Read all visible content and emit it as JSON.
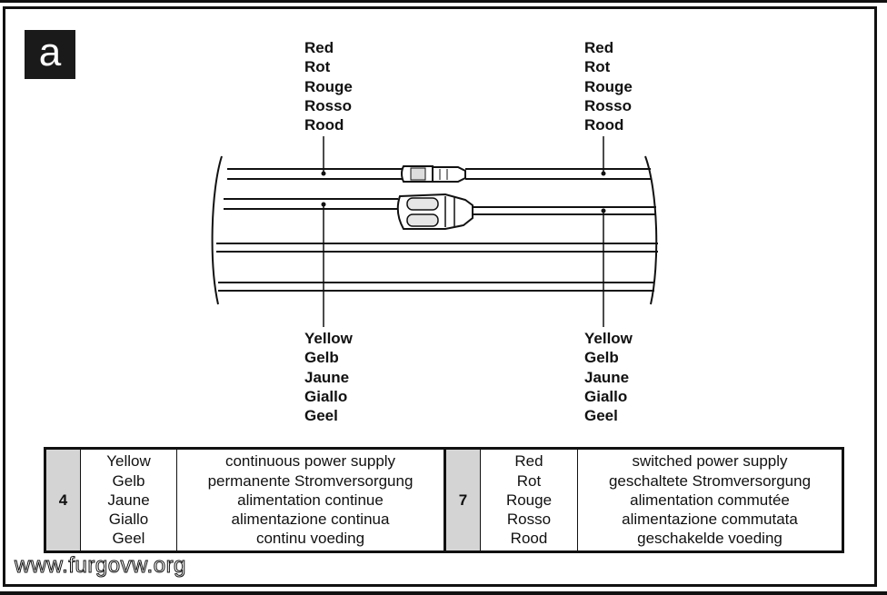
{
  "badge": "a",
  "labels": {
    "red_left": [
      "Red",
      "Rot",
      "Rouge",
      "Rosso",
      "Rood"
    ],
    "red_right": [
      "Red",
      "Rot",
      "Rouge",
      "Rosso",
      "Rood"
    ],
    "yellow_left": [
      "Yellow",
      "Gelb",
      "Jaune",
      "Giallo",
      "Geel"
    ],
    "yellow_right": [
      "Yellow",
      "Gelb",
      "Jaune",
      "Giallo",
      "Geel"
    ]
  },
  "legend": {
    "left": {
      "number": "4",
      "color": [
        "Yellow",
        "Gelb",
        "Jaune",
        "Giallo",
        "Geel"
      ],
      "description": [
        "continuous power supply",
        "permanente Stromversorgung",
        "alimentation continue",
        "alimentazione continua",
        "continu voeding"
      ]
    },
    "right": {
      "number": "7",
      "color": [
        "Red",
        "Rot",
        "Rouge",
        "Rosso",
        "Rood"
      ],
      "description": [
        "switched power supply",
        "geschaltete Stromversorgung",
        "alimentation commutée",
        "alimentazione commutata",
        "geschakelde voeding"
      ]
    }
  },
  "watermark": "www.furgovw.org"
}
